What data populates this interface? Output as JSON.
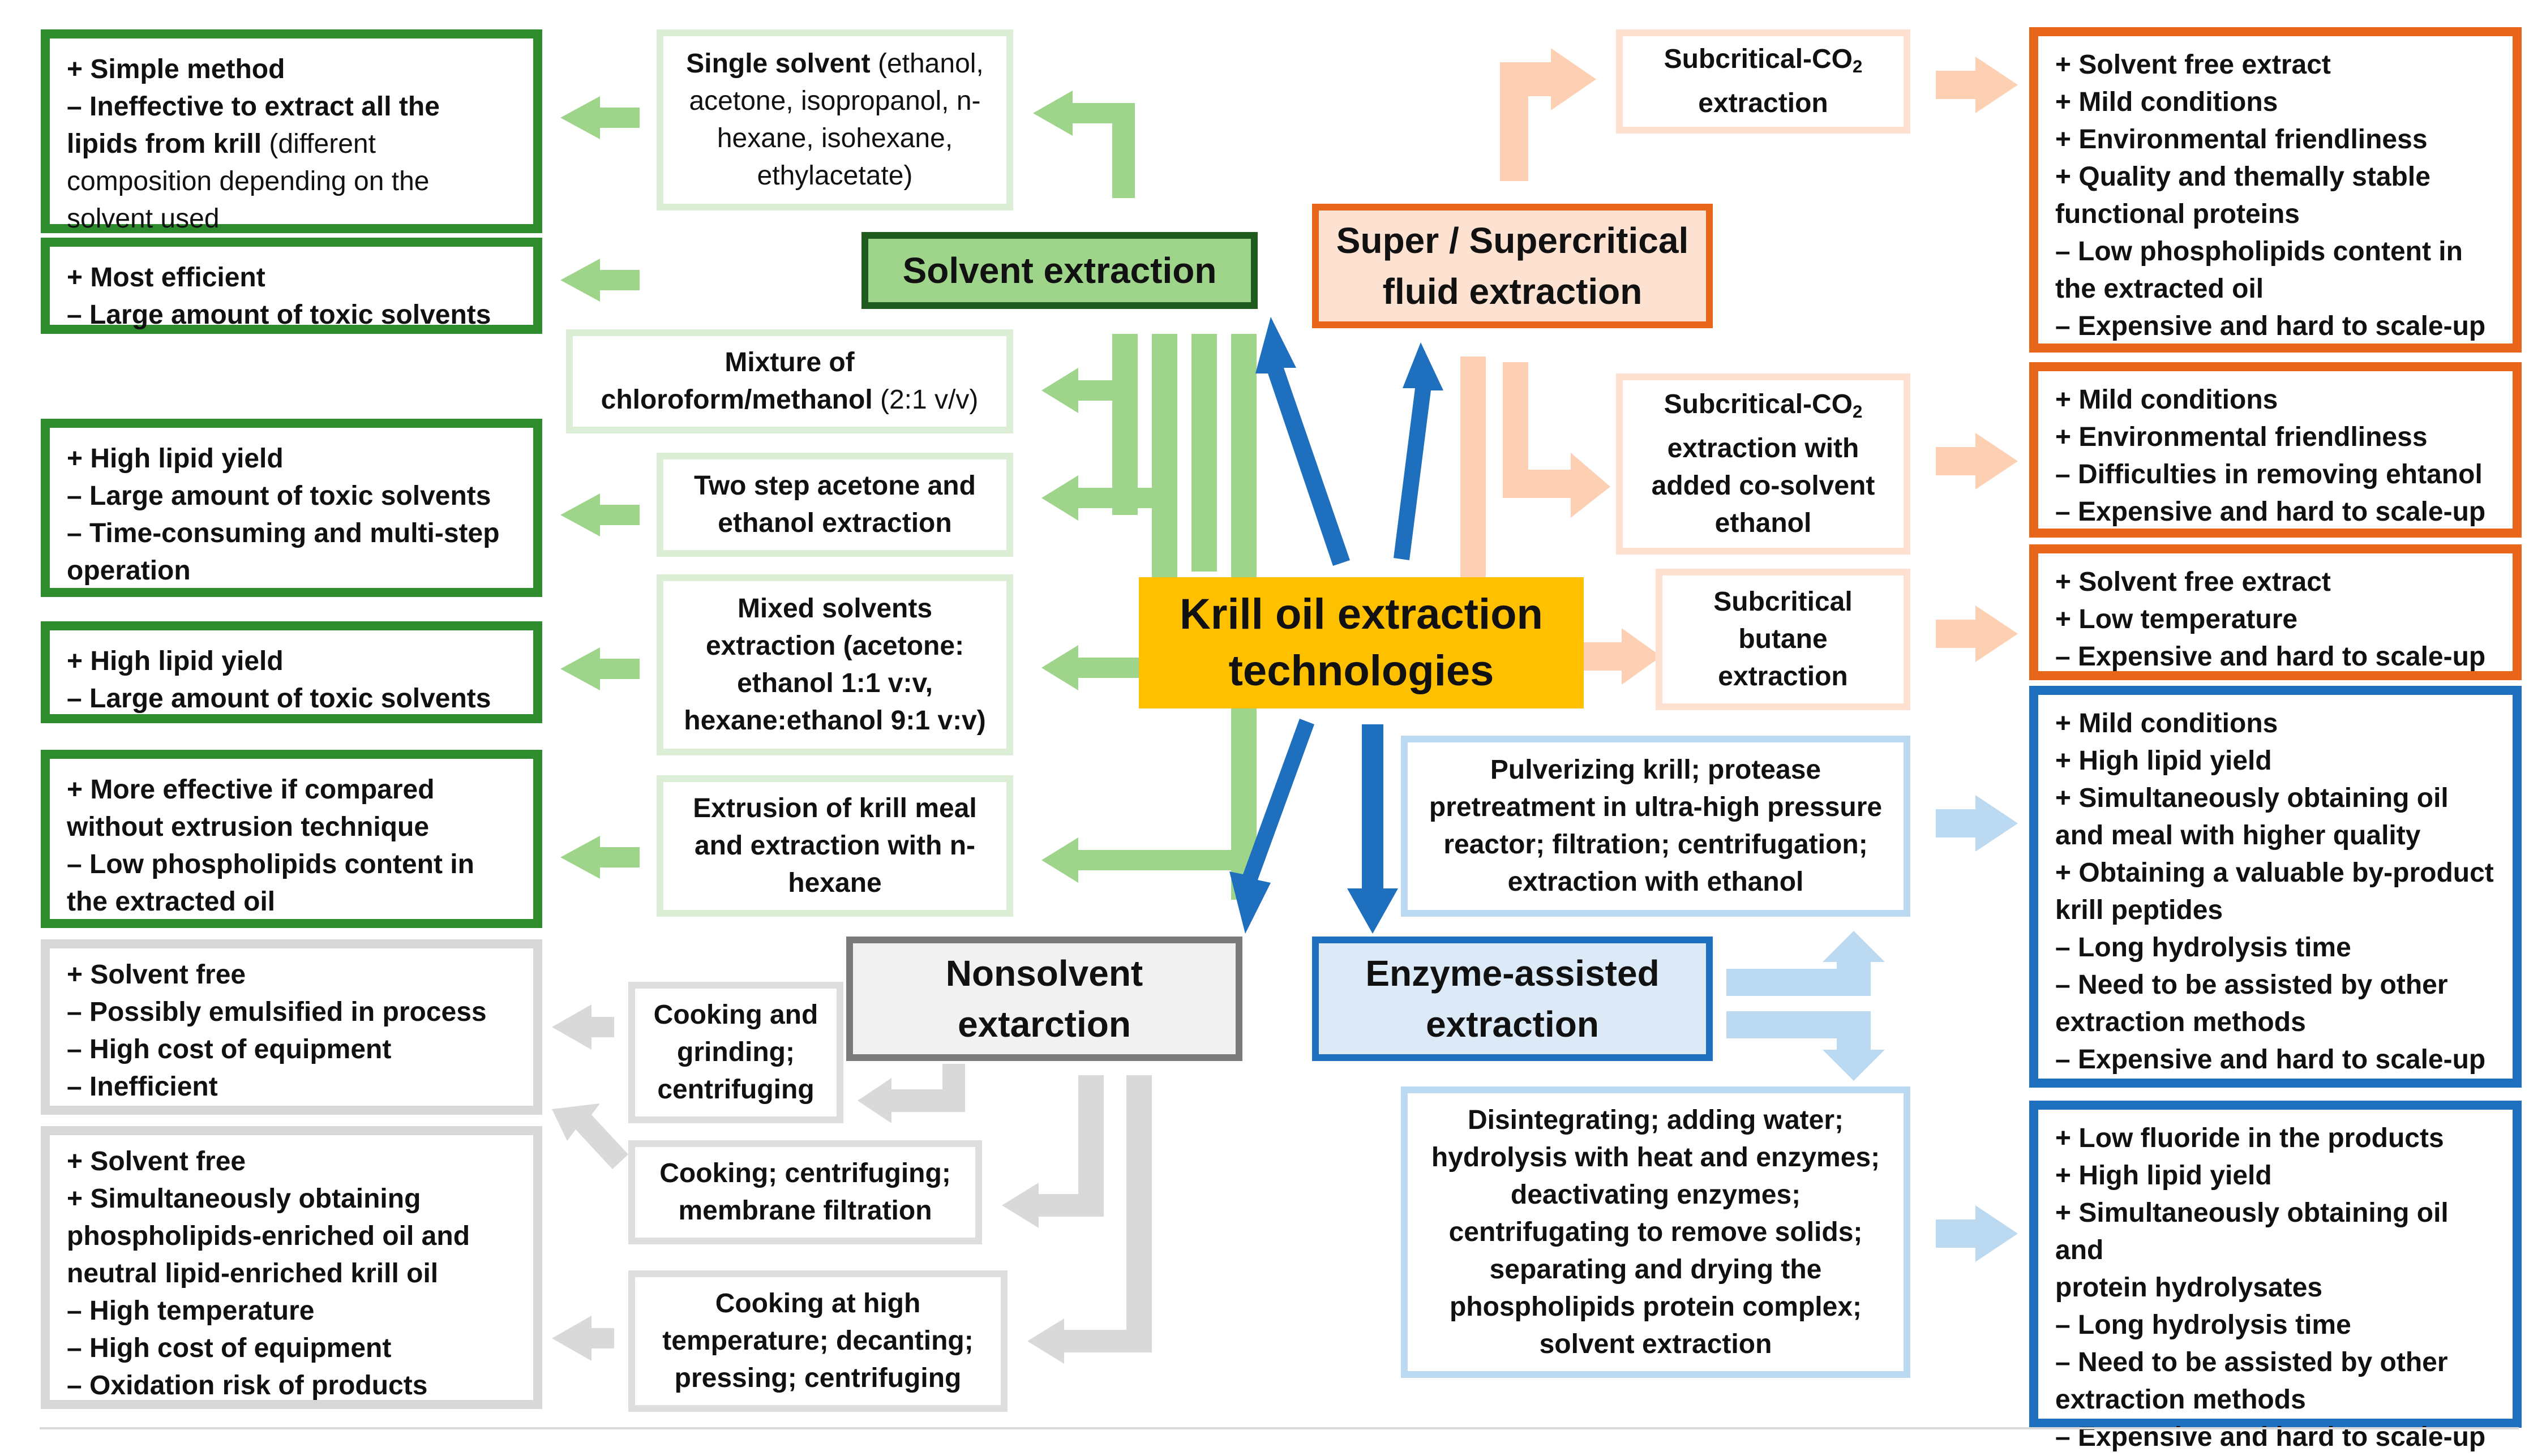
{
  "colors": {
    "green_dark": "#2e8b2e",
    "green_light": "#9fd58a",
    "orange": "#e8661a",
    "orange_light": "#fdd0b4",
    "blue": "#1f6fbf",
    "blue_light": "#bcd9f2",
    "gray": "#d9d9d9",
    "center": "#ffc000"
  },
  "center": {
    "line1": "Krill oil extraction",
    "line2": "technologies"
  },
  "categories": {
    "solvent": "Solvent extraction",
    "super_line1": "Super / Supercritical",
    "super_line2": "fluid extraction",
    "nonsolvent_line1": "Nonsolvent",
    "nonsolvent_line2": "extarction",
    "enzyme_line1": "Enzyme-assisted",
    "enzyme_line2": "extraction"
  },
  "solvent_methods": {
    "m1_bold": "Single solvent",
    "m1_rest": " (ethanol, acetone, isopropanol, n-hexane, isohexane, ethylacetate)",
    "m2_bold_1": "Mixture of",
    "m2_bold_2": "chloroform/methanol",
    "m2_rest": " (2:1 v/v)",
    "m3_line1": "Two step acetone and",
    "m3_line2": "ethanol extraction",
    "m4_line1": "Mixed solvents",
    "m4_line2": "extraction (acetone:",
    "m4_line3": "ethanol 1:1 v:v,",
    "m4_line4": "hexane:ethanol 9:1 v:v)",
    "m5_line1": "Extrusion of krill meal",
    "m5_line2": "and extraction with n-",
    "m5_line3": "hexane"
  },
  "solvent_results": {
    "r1_line1": "+ Simple method",
    "r1_line2": "– Ineffective to extract all the",
    "r1_line3_bold": "lipids from krill",
    "r1_line3_rest": " (different",
    "r1_line4": "composition depending on the",
    "r1_line5": "solvent used",
    "r2_line1": "+ Most efficient",
    "r2_line2": "– Large amount of toxic solvents",
    "r3_line1": "+ High lipid yield",
    "r3_line2": "– Large amount of toxic solvents",
    "r3_line3": "– Time-consuming and multi-step",
    "r3_line4": "operation",
    "r4_line1": "+ High lipid yield",
    "r4_line2": "– Large amount of toxic solvents",
    "r5_line1": "+ More effective if compared",
    "r5_line2": "without extrusion technique",
    "r5_line3": "– Low phospholipids content in",
    "r5_line4": "the extracted oil"
  },
  "super_methods": {
    "s1_line1": "Subcritical-CO",
    "s1_sub": "2",
    "s1_line2": "extraction",
    "s2_line1": "Subcritical-CO",
    "s2_sub": "2",
    "s2_line2": "extraction with",
    "s2_line3": "added co-solvent",
    "s2_line4": "ethanol",
    "s3_line1": "Subcritical",
    "s3_line2": "butane",
    "s3_line3": "extraction"
  },
  "super_results": {
    "r1": [
      "+ Solvent free extract",
      "+ Mild conditions",
      "+ Environmental friendliness",
      "+ Quality and themally stable",
      "functional proteins",
      "– Low phospholipids content in",
      "the extracted oil",
      "– Expensive and hard to scale-up"
    ],
    "r2": [
      "+ Mild conditions",
      "+ Environmental friendliness",
      "– Difficulties in removing ehtanol",
      "– Expensive and hard to scale-up"
    ],
    "r3": [
      "+ Solvent free extract",
      "+ Low temperature",
      "– Expensive and hard to scale-up"
    ]
  },
  "enzyme_methods": {
    "e1": [
      "Pulverizing krill; protease",
      "pretreatment in ultra-high pressure",
      "reactor; filtration; centrifugation;",
      "extraction with ethanol"
    ],
    "e2": [
      "Disintegrating; adding water;",
      "hydrolysis with heat and enzymes;",
      "deactivating enzymes;",
      "centrifugating to remove solids;",
      "separating and drying the",
      "phospholipids protein complex;",
      "solvent extraction"
    ]
  },
  "enzyme_results": {
    "r1": [
      "+ Mild conditions",
      "+ High lipid yield",
      "+ Simultaneously obtaining oil",
      "and meal with higher quality",
      "+ Obtaining a valuable by-product",
      "krill peptides",
      "– Long hydrolysis time",
      "– Need to be assisted by other",
      "extraction methods",
      "– Expensive and hard to scale-up"
    ],
    "r2": [
      "+ Low fluoride in the products",
      "+ High lipid yield",
      "+ Simultaneously obtaining oil and",
      "protein hydrolysates",
      "– Long hydrolysis time",
      "– Need to be assisted by other",
      "extraction methods",
      "– Expensive and hard to scale-up"
    ]
  },
  "nonsolvent_methods": {
    "n1": [
      "Cooking and",
      "grinding;",
      "centrifuging"
    ],
    "n2": [
      "Cooking; centrifuging;",
      "membrane filtration"
    ],
    "n3": [
      "Cooking at high",
      "temperature; decanting;",
      "pressing; centrifuging"
    ]
  },
  "nonsolvent_results": {
    "r1": [
      "+ Solvent free",
      "– Possibly emulsified in process",
      "– High cost of equipment",
      "– Inefficient"
    ],
    "r2": [
      "+ Solvent free",
      "+ Simultaneously obtaining",
      "phospholipids-enriched oil and",
      "neutral lipid-enriched krill oil",
      "– High temperature",
      "– High cost of equipment",
      "– Oxidation risk of products"
    ]
  }
}
